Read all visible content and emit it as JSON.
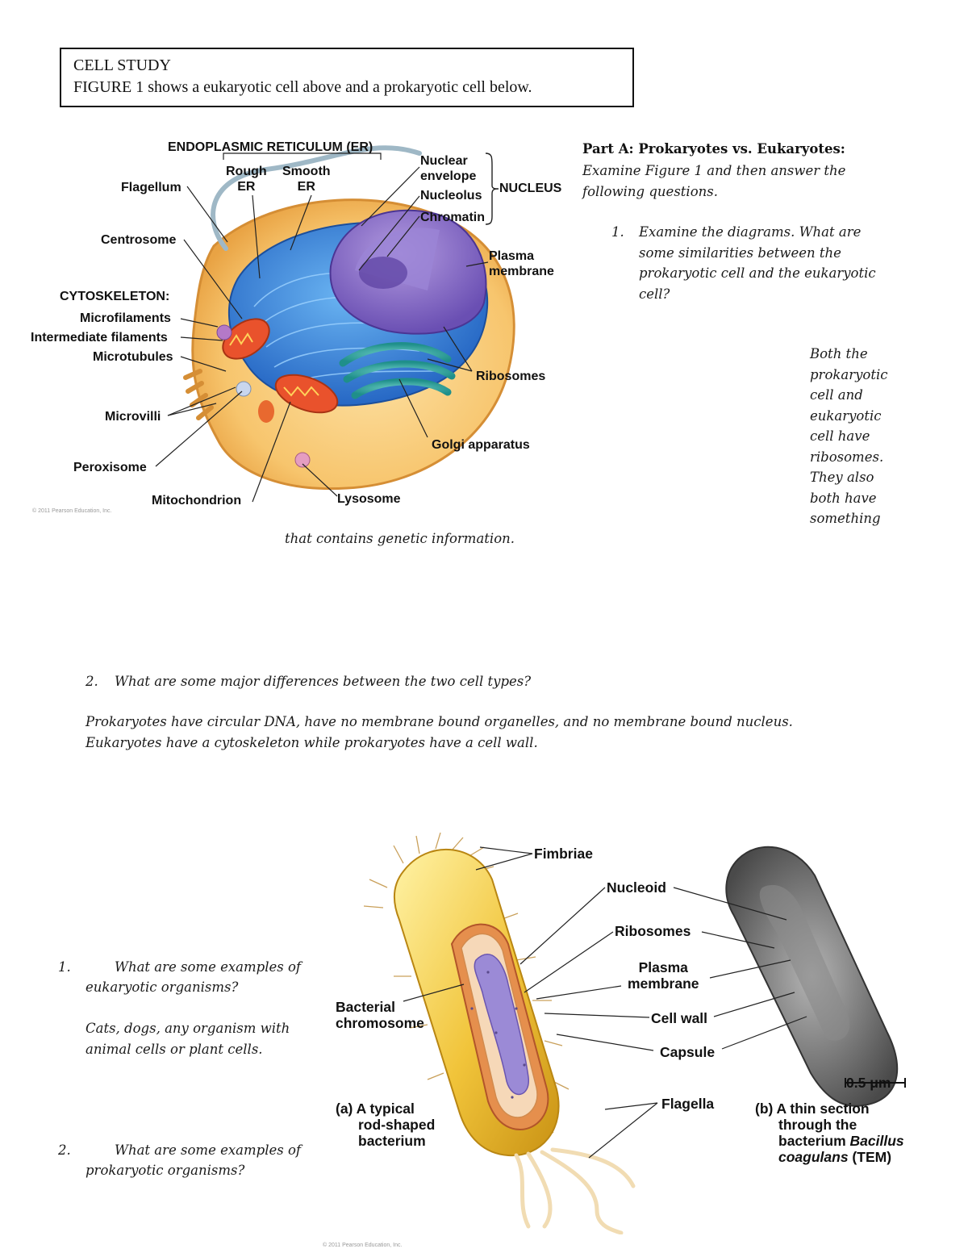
{
  "title_box": {
    "heading": "CELL STUDY",
    "caption": "FIGURE 1 shows a eukaryotic cell above and a prokaryotic cell below."
  },
  "eukaryote_figure": {
    "er_heading": "ENDOPLASMIC RETICULUM (ER)",
    "rough_er": [
      "Rough",
      "ER"
    ],
    "smooth_er": [
      "Smooth",
      "ER"
    ],
    "flagellum": "Flagellum",
    "centrosome": "Centrosome",
    "cytoskeleton": "CYTOSKELETON:",
    "microfilaments": "Microfilaments",
    "intermediate_filaments": "Intermediate filaments",
    "microtubules": "Microtubules",
    "microvilli": "Microvilli",
    "peroxisome": "Peroxisome",
    "mitochondrion": "Mitochondrion",
    "lysosome": "Lysosome",
    "golgi": "Golgi apparatus",
    "ribosomes": "Ribosomes",
    "plasma_membrane": [
      "Plasma",
      "membrane"
    ],
    "nuclear_envelope": [
      "Nuclear",
      "envelope"
    ],
    "nucleolus": "Nucleolus",
    "chromatin": "Chromatin",
    "nucleus": "NUCLEUS",
    "copyright": "© 2011 Pearson Education, Inc."
  },
  "part_a": {
    "heading": "Part A: Prokaryotes vs. Eukaryotes:",
    "intro_line1": "Examine Figure 1 and then answer the",
    "intro_line2": "following questions."
  },
  "q1": {
    "number": "1.",
    "lines": [
      "Examine the diagrams. What are",
      "some similarities between the",
      "prokaryotic cell and the eukaryotic",
      "cell?"
    ],
    "answer_lines": [
      "Both the",
      "prokaryotic",
      "cell and",
      "eukaryotic",
      "cell have",
      "ribosomes.",
      "They also",
      "both have",
      "something"
    ],
    "answer_tail": "that contains genetic information."
  },
  "q2": {
    "number": "2.",
    "question": "What are some major differences between the two cell types?",
    "answer_line1": "Prokaryotes have circular DNA, have no membrane bound organelles, and no membrane bound nucleus.",
    "answer_line2": "Eukaryotes have a cytoskeleton while prokaryotes have a cell wall."
  },
  "lower_q1": {
    "number": "1.",
    "line1": "What are some examples of",
    "line2": "eukaryotic organisms?",
    "answer_line1": "Cats, dogs, any organism with",
    "answer_line2": "animal cells or plant cells."
  },
  "lower_q2": {
    "number": "2.",
    "line1": "What are some examples of",
    "line2": "prokaryotic organisms?"
  },
  "prokaryote_figure": {
    "fimbriae": "Fimbriae",
    "nucleoid": "Nucleoid",
    "ribosomes": "Ribosomes",
    "plasma_membrane": [
      "Plasma",
      "membrane"
    ],
    "cell_wall": "Cell wall",
    "capsule": "Capsule",
    "flagella": "Flagella",
    "bacterial_chromosome": [
      "Bacterial",
      "chromosome"
    ],
    "caption_a": [
      "(a) A typical",
      "rod-shaped",
      "bacterium"
    ],
    "caption_b_line1": "(b) A thin section",
    "caption_b_line2": "through the",
    "caption_b_line3_prefix": "bacterium ",
    "caption_b_line3_italic": "Bacillus",
    "caption_b_line4_italic": "coagulans",
    "caption_b_line4_suffix": " (TEM)",
    "scale": "0.5 μm",
    "copyright": "© 2011 Pearson Education, Inc."
  }
}
